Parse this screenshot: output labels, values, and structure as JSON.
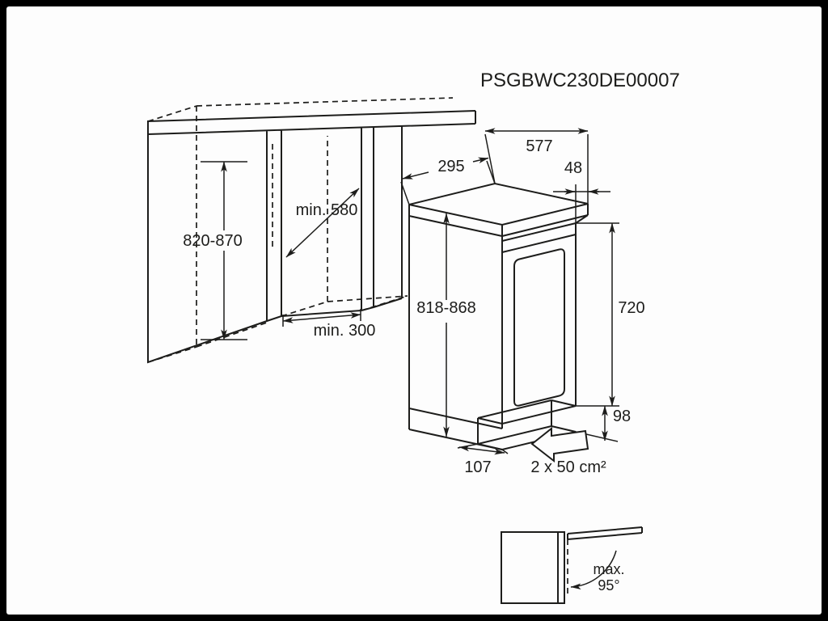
{
  "title": "PSGBWC230DE00007",
  "niche": {
    "height": "820-870",
    "depth": "min. 580",
    "width": "min. 300"
  },
  "appliance": {
    "top_depth": "295",
    "width": "577",
    "top_offset": "48",
    "height": "818-868",
    "door_height": "720",
    "plinth_height": "98",
    "plinth_recess": "107",
    "vent_area": "2 x 50 cm²"
  },
  "door_swing": {
    "prefix": "max.",
    "angle": "95°"
  },
  "colors": {
    "line": "#1d1d1b",
    "background": "#ffffff",
    "frame": "#000000"
  }
}
